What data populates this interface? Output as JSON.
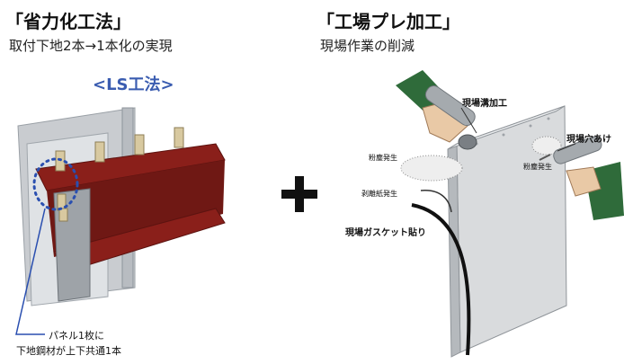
{
  "left": {
    "title": "「省力化工法」",
    "subtitle": "取付下地2本→1本化の実現",
    "method_label": "<LS工法>",
    "note_line1": "パネル1枚に",
    "note_line2": "下地鋼材が上下共通1本"
  },
  "right": {
    "title": "「工場プレ加工」",
    "subtitle": "現場作業の削減",
    "labels": {
      "groove": "現場溝加工",
      "hole": "現場穴あけ",
      "dust_left": "粉塵発生",
      "dust_right": "粉塵発生",
      "peel": "剥離紙発生",
      "gasket": "現場ガスケット貼り"
    }
  },
  "colors": {
    "beam_red": "#8a1f1a",
    "beam_dark": "#5c1310",
    "accent_blue": "#3a5cb0",
    "glove_green": "#2f6b3a",
    "panel_gray": "#d9dbdd"
  }
}
